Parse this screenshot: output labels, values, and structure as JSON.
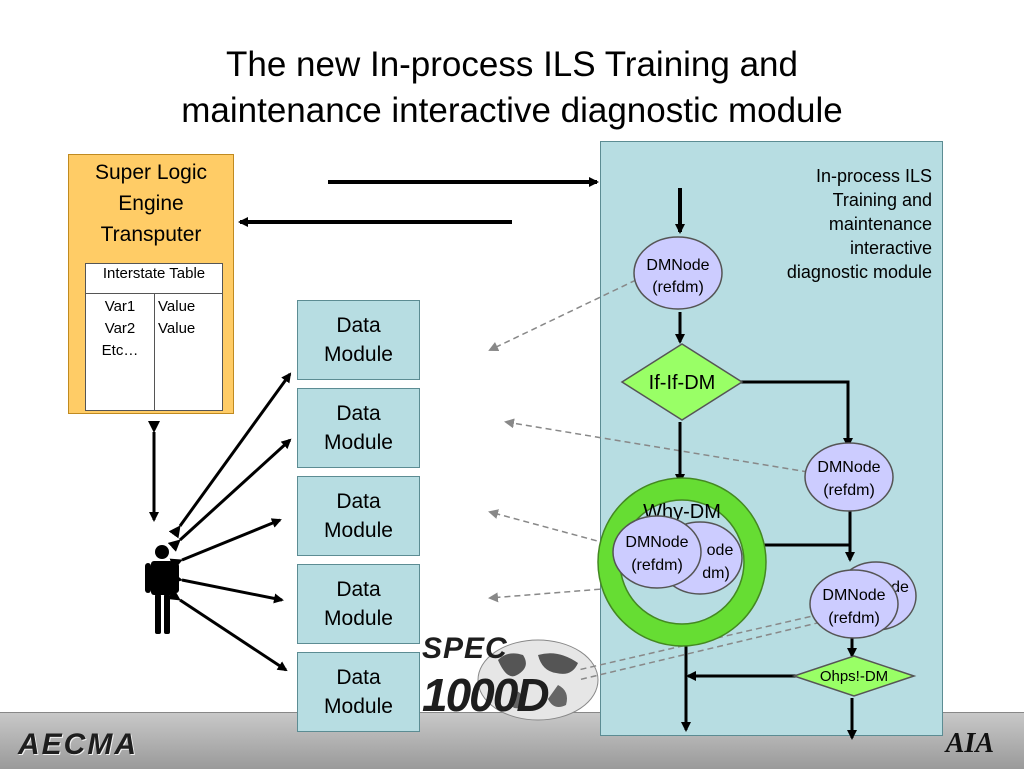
{
  "slide": {
    "title_line1": "The new In-process ILS Training and",
    "title_line2": "maintenance interactive diagnostic module"
  },
  "engine": {
    "title_line1": "Super Logic",
    "title_line2": "Engine",
    "title_line3": "Transputer",
    "table_header": "Interstate Table",
    "vars": [
      "Var1",
      "Var2",
      "Etc…"
    ],
    "values": [
      "Value",
      "Value"
    ]
  },
  "data_modules": [
    {
      "line1": "Data",
      "line2": "Module"
    },
    {
      "line1": "Data",
      "line2": "Module"
    },
    {
      "line1": "Data",
      "line2": "Module"
    },
    {
      "line1": "Data",
      "line2": "Module"
    },
    {
      "line1": "Data",
      "line2": "Module"
    }
  ],
  "panel": {
    "label_lines": [
      "In-process ILS",
      "Training and",
      "maintenance",
      "interactive",
      "diagnostic module"
    ]
  },
  "nodes": {
    "dmnode_line1": "DMNode",
    "dmnode_line2": "(refdm)",
    "dmnode_partial_top": "ode",
    "dmnode_partial_bottom": "dm)",
    "dmnode_partial_right_top": "de",
    "decision_if": "If-If-DM",
    "why_dm": "Why-DM",
    "decision_ohps": "Ohps!-DM"
  },
  "logos": {
    "left": "AECMA",
    "right": "AIA",
    "spec_line1": "SPEC",
    "spec_line2": "1000D"
  },
  "colors": {
    "engine_fill": "#ffcc66",
    "module_fill": "#b7dde2",
    "node_fill": "#ccccff",
    "decision_fill": "#99ff66",
    "why_ring": "#66dd33"
  },
  "icons": {
    "user": "person-icon"
  }
}
